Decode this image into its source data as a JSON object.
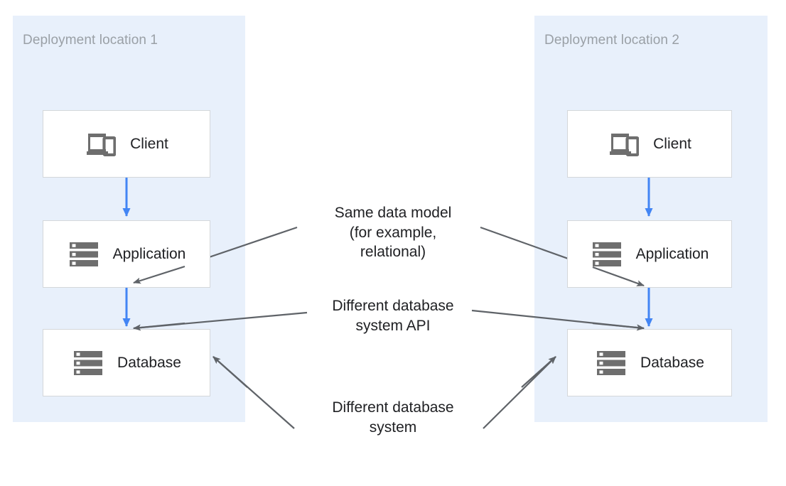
{
  "diagram": {
    "title": "",
    "colors": {
      "panel_background": "#e8f0fb",
      "node_background": "#ffffff",
      "node_border": "#d4d7da",
      "flow_arrow": "#4285f4",
      "annotation_arrow": "#5f6368",
      "panel_title_text": "#9aa0a6",
      "node_label_text": "#202124",
      "icon_gray": "#6e6e6e"
    },
    "panels": [
      {
        "id": "location-1",
        "title": "Deployment location 1",
        "nodes": [
          {
            "id": "client-1",
            "label": "Client",
            "icon": "devices-icon"
          },
          {
            "id": "application-1",
            "label": "Application",
            "icon": "server-icon"
          },
          {
            "id": "database-1",
            "label": "Database",
            "icon": "server-icon"
          }
        ]
      },
      {
        "id": "location-2",
        "title": "Deployment location 2",
        "nodes": [
          {
            "id": "client-2",
            "label": "Client",
            "icon": "devices-icon"
          },
          {
            "id": "application-2",
            "label": "Application",
            "icon": "server-icon"
          },
          {
            "id": "database-2",
            "label": "Database",
            "icon": "server-icon"
          }
        ]
      }
    ],
    "annotations": [
      {
        "id": "same-data-model",
        "text": "Same data model\n(for example,\nrelational)",
        "targets": [
          "application-1",
          "application-2"
        ]
      },
      {
        "id": "different-database-system-api",
        "text": "Different database\nsystem API",
        "targets": [
          "database-1",
          "database-2"
        ]
      },
      {
        "id": "different-database-system",
        "text": "Different database\nsystem",
        "targets": [
          "database-1",
          "database-2"
        ]
      }
    ],
    "flows": [
      {
        "from": "client-1",
        "to": "application-1"
      },
      {
        "from": "application-1",
        "to": "database-1"
      },
      {
        "from": "client-2",
        "to": "application-2"
      },
      {
        "from": "application-2",
        "to": "database-2"
      }
    ]
  }
}
